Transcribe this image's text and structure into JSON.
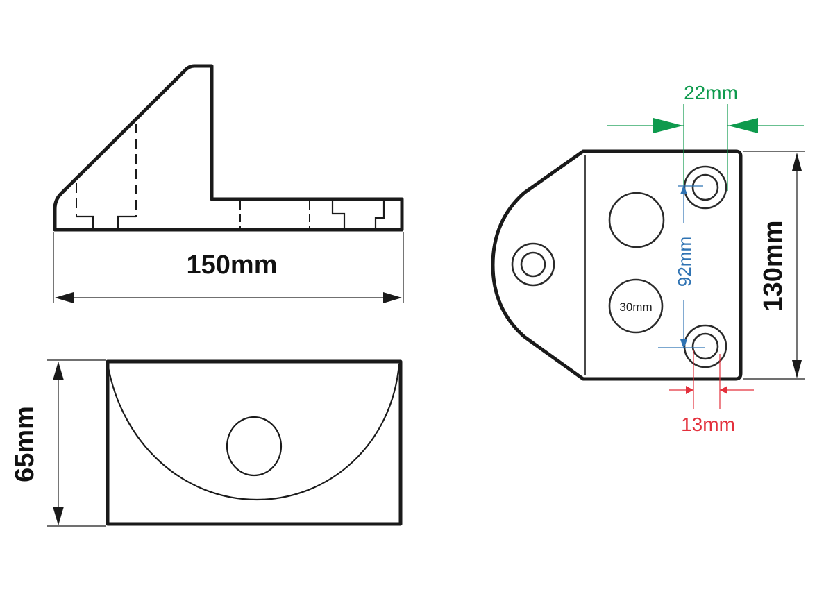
{
  "drawing": {
    "colors": {
      "outline": "#1a1a1a",
      "green_dim": "#0e9a4d",
      "blue_dim": "#2f73b3",
      "red_dim": "#e3303c",
      "background": "#ffffff"
    },
    "side_view": {
      "width_label": "150mm"
    },
    "front_view": {
      "height_label": "65mm"
    },
    "top_view": {
      "height_label": "130mm",
      "hole_spacing_label": "92mm",
      "hole_diameter_label": "30mm",
      "hole_offset_label": "22mm",
      "bolt_hole_label": "13mm"
    }
  }
}
